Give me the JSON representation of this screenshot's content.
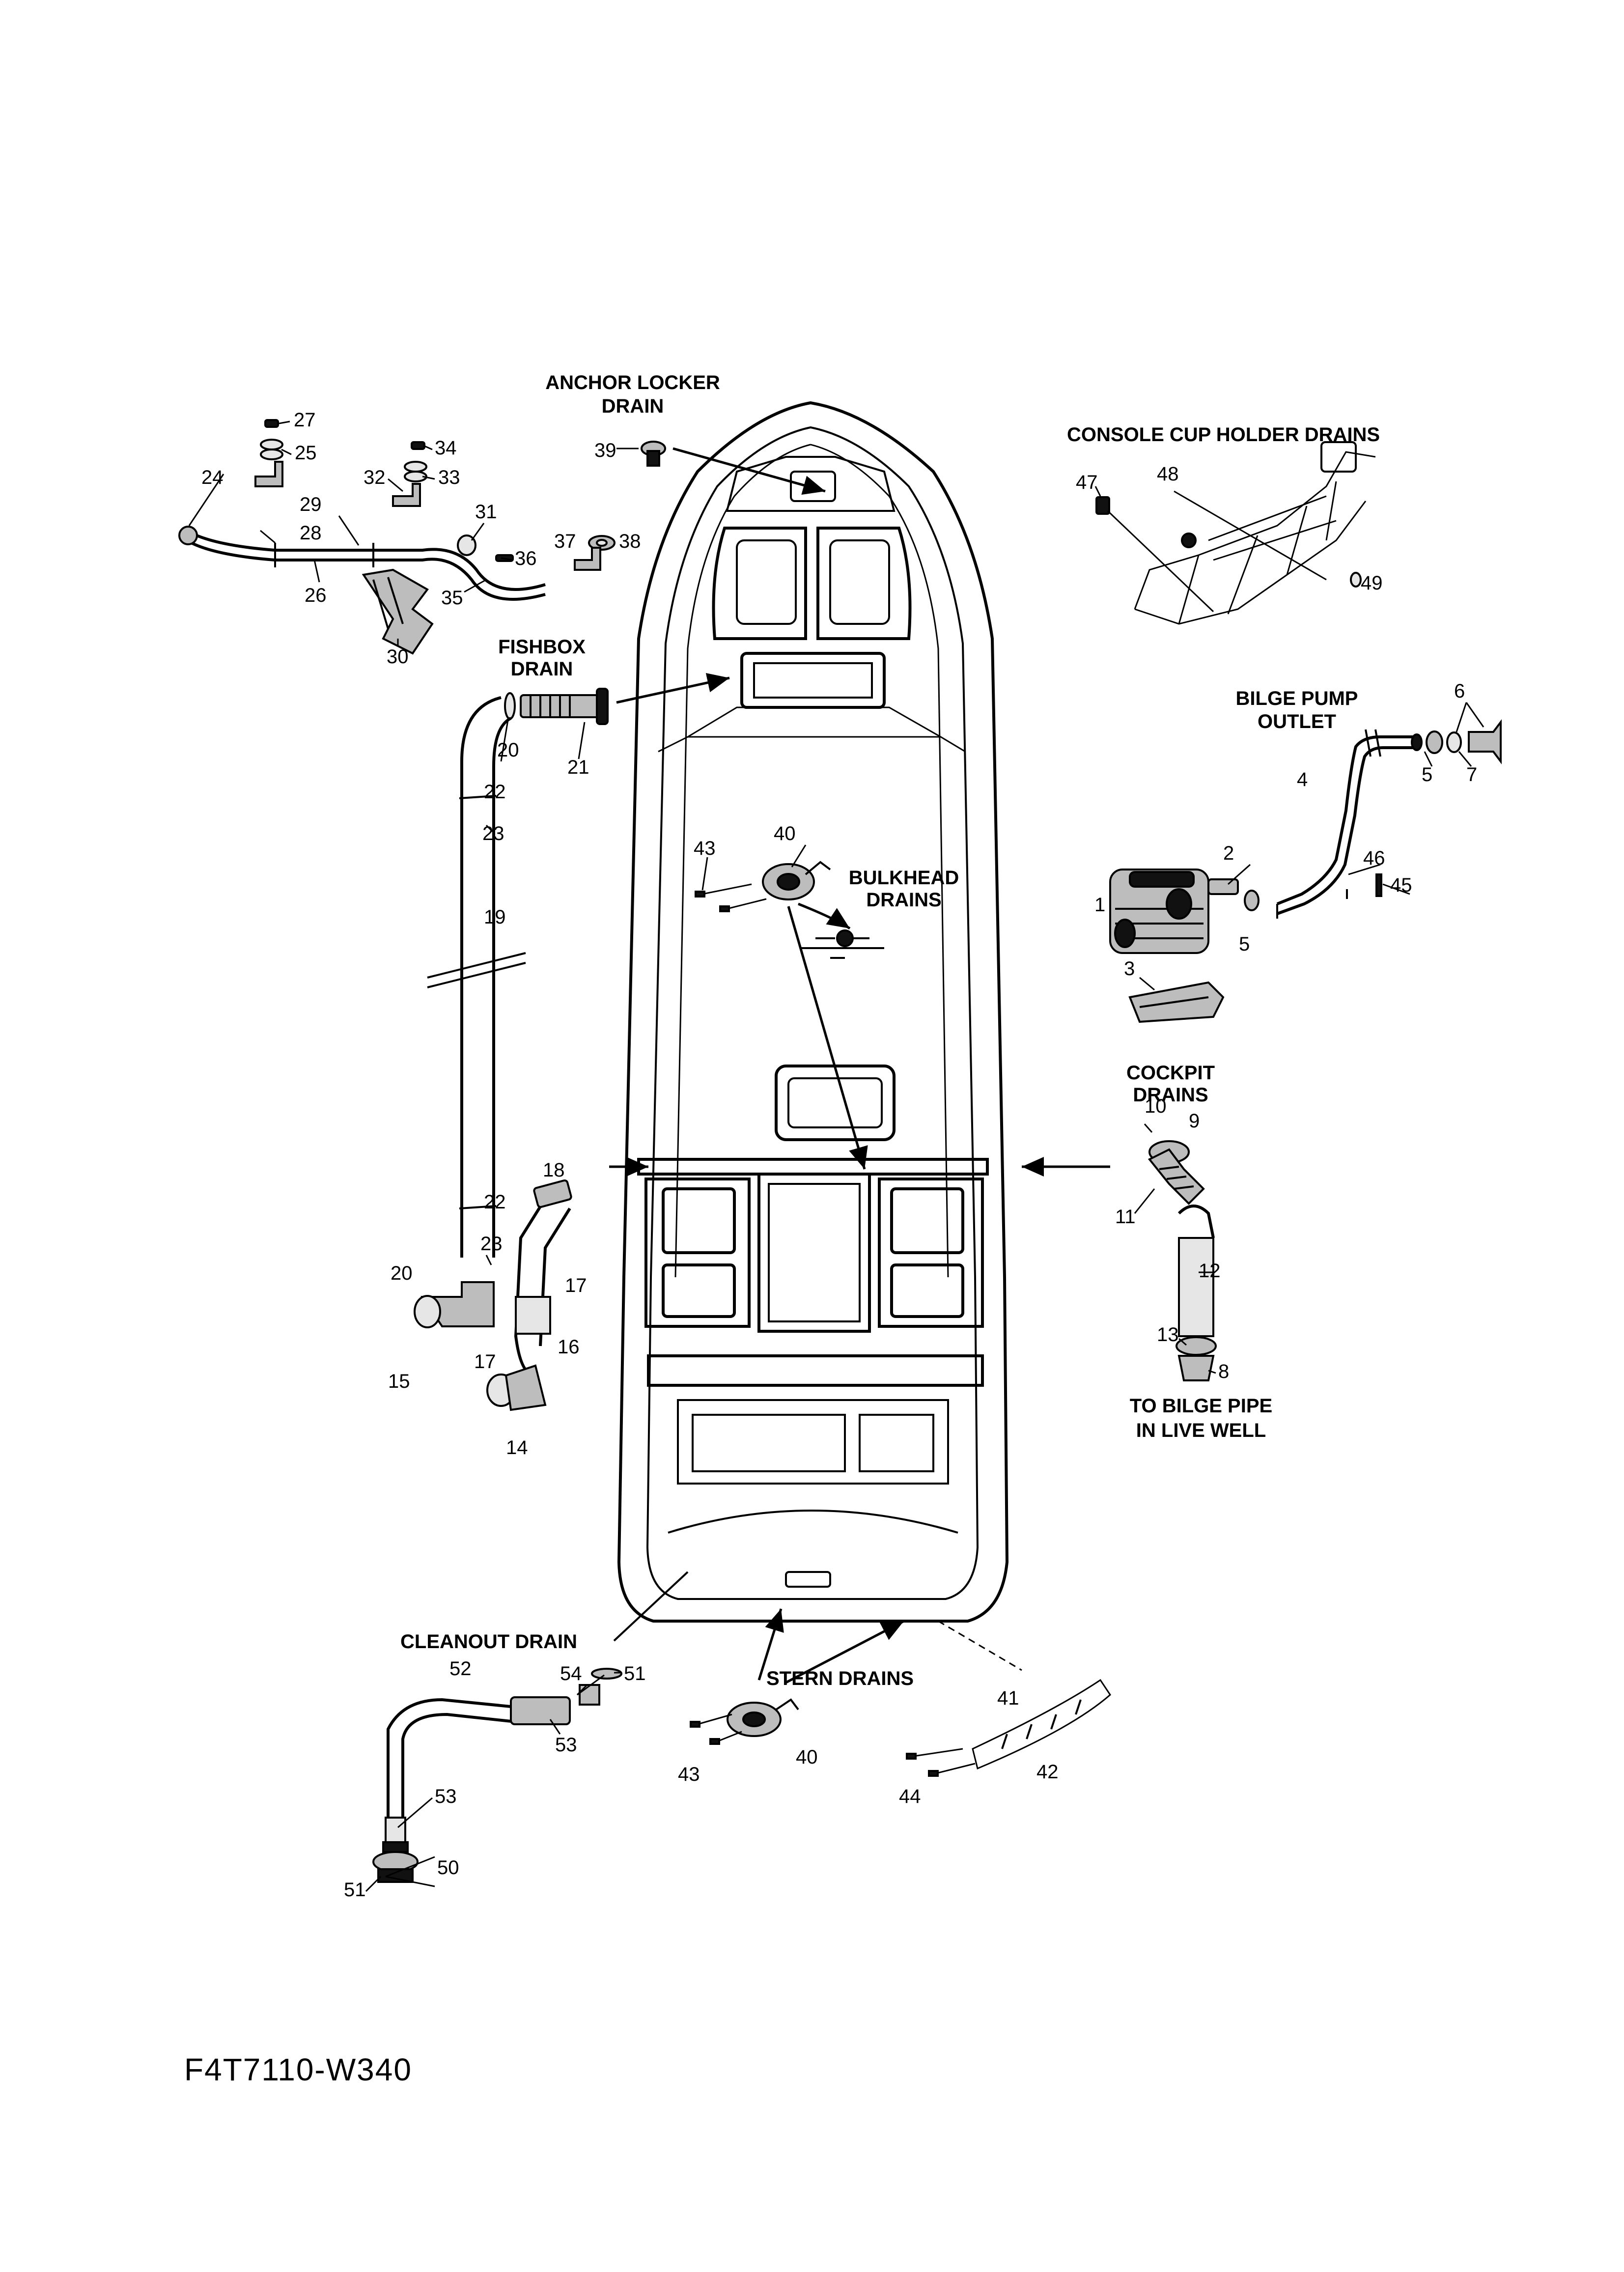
{
  "sections": {
    "anchor_locker_drain": [
      "ANCHOR LOCKER",
      "DRAIN"
    ],
    "console_cup_holder_drains": "CONSOLE CUP HOLDER DRAINS",
    "fishbox_drain": [
      "FISHBOX",
      "DRAIN"
    ],
    "bilge_pump_outlet": [
      "BILGE PUMP",
      "OUTLET"
    ],
    "bulkhead_drains": [
      "BULKHEAD",
      "DRAINS"
    ],
    "cockpit_drains": [
      "COCKPIT",
      "DRAINS"
    ],
    "to_bilge_pipe": [
      "TO BILGE PIPE",
      "IN LIVE WELL"
    ],
    "cleanout_drain": "CLEANOUT DRAIN",
    "stern_drains": "STERN DRAINS"
  },
  "drawing_code": "F4T7110-W340",
  "callouts": [
    {
      "id": "c1",
      "text": "1"
    },
    {
      "id": "c2",
      "text": "2"
    },
    {
      "id": "c3",
      "text": "3"
    },
    {
      "id": "c4",
      "text": "4"
    },
    {
      "id": "c5a",
      "text": "5"
    },
    {
      "id": "c5b",
      "text": "5"
    },
    {
      "id": "c6",
      "text": "6"
    },
    {
      "id": "c7",
      "text": "7"
    },
    {
      "id": "c8",
      "text": "8"
    },
    {
      "id": "c9",
      "text": "9"
    },
    {
      "id": "c10",
      "text": "10"
    },
    {
      "id": "c11",
      "text": "11"
    },
    {
      "id": "c12",
      "text": "12"
    },
    {
      "id": "c13",
      "text": "13"
    },
    {
      "id": "c14",
      "text": "14"
    },
    {
      "id": "c15",
      "text": "15"
    },
    {
      "id": "c16",
      "text": "16"
    },
    {
      "id": "c17a",
      "text": "17"
    },
    {
      "id": "c17b",
      "text": "17"
    },
    {
      "id": "c18",
      "text": "18"
    },
    {
      "id": "c19",
      "text": "19"
    },
    {
      "id": "c20a",
      "text": "20"
    },
    {
      "id": "c20b",
      "text": "20"
    },
    {
      "id": "c21",
      "text": "21"
    },
    {
      "id": "c22a",
      "text": "22"
    },
    {
      "id": "c22b",
      "text": "22"
    },
    {
      "id": "c23a",
      "text": "23"
    },
    {
      "id": "c23b",
      "text": "23"
    },
    {
      "id": "c24",
      "text": "24"
    },
    {
      "id": "c25",
      "text": "25"
    },
    {
      "id": "c26",
      "text": "26"
    },
    {
      "id": "c27",
      "text": "27"
    },
    {
      "id": "c28",
      "text": "28"
    },
    {
      "id": "c29",
      "text": "29"
    },
    {
      "id": "c30",
      "text": "30"
    },
    {
      "id": "c31",
      "text": "31"
    },
    {
      "id": "c32",
      "text": "32"
    },
    {
      "id": "c33",
      "text": "33"
    },
    {
      "id": "c34",
      "text": "34"
    },
    {
      "id": "c35",
      "text": "35"
    },
    {
      "id": "c36",
      "text": "36"
    },
    {
      "id": "c37",
      "text": "37"
    },
    {
      "id": "c38",
      "text": "38"
    },
    {
      "id": "c39",
      "text": "39"
    },
    {
      "id": "c40a",
      "text": "40"
    },
    {
      "id": "c40b",
      "text": "40"
    },
    {
      "id": "c41",
      "text": "41"
    },
    {
      "id": "c42",
      "text": "42"
    },
    {
      "id": "c43a",
      "text": "43"
    },
    {
      "id": "c43b",
      "text": "43"
    },
    {
      "id": "c44",
      "text": "44"
    },
    {
      "id": "c45",
      "text": "45"
    },
    {
      "id": "c46",
      "text": "46"
    },
    {
      "id": "c47",
      "text": "47"
    },
    {
      "id": "c48",
      "text": "48"
    },
    {
      "id": "c49",
      "text": "49"
    },
    {
      "id": "c50",
      "text": "50"
    },
    {
      "id": "c51a",
      "text": "51"
    },
    {
      "id": "c51b",
      "text": "51"
    },
    {
      "id": "c52",
      "text": "52"
    },
    {
      "id": "c53a",
      "text": "53"
    },
    {
      "id": "c53b",
      "text": "53"
    },
    {
      "id": "c54",
      "text": "54"
    }
  ]
}
